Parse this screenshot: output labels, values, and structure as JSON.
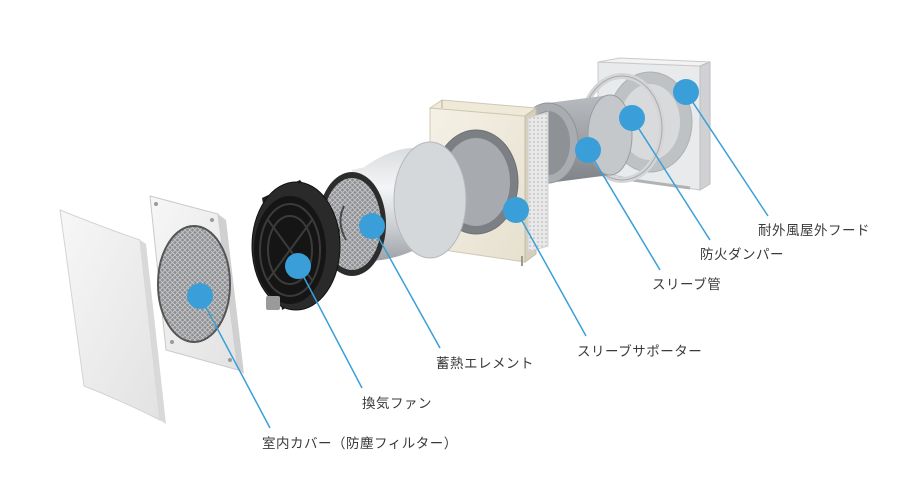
{
  "labels": {
    "outdoor_hood": "耐外風屋外フード",
    "fire_damper": "防火ダンパー",
    "sleeve_pipe": "スリーブ管",
    "sleeve_supporter": "スリーブサポーター",
    "heat_element": "蓄熱エレメント",
    "fan": "換気ファン",
    "indoor_cover": "室内カバー（防塵フィルター）"
  },
  "colors": {
    "accent_dot": "#3a9fd8",
    "leader_line": "#3a9fd8"
  }
}
